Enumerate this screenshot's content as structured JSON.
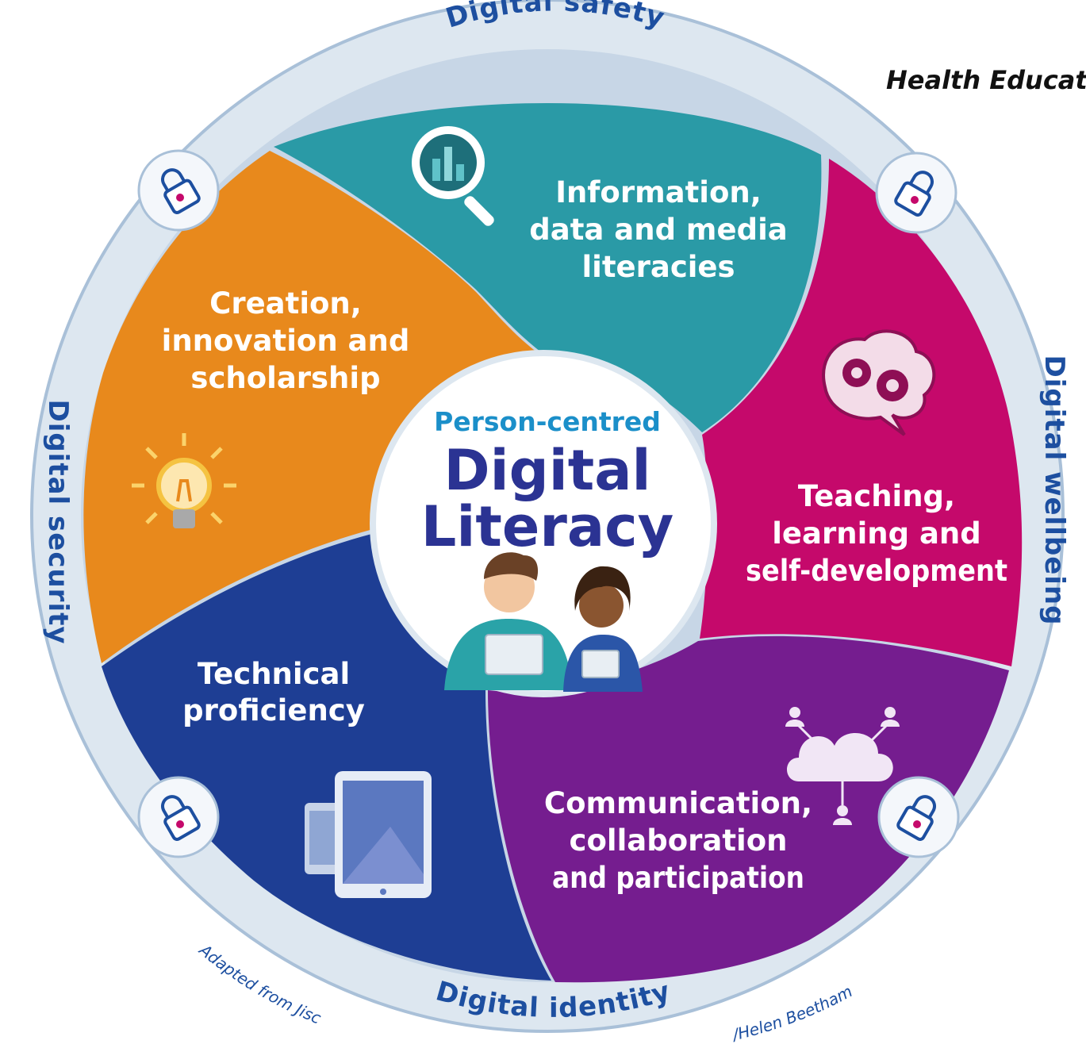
{
  "header_text": "Health Educat",
  "center": {
    "subtitle": "Person-centred",
    "title_line1": "Digital",
    "title_line2": "Literacy"
  },
  "ring_labels": {
    "top": "Digital safety",
    "left": "Digital security",
    "right": "Digital wellbeing",
    "bottom": "Digital identity"
  },
  "credit": {
    "left": "Adapted from Jisc",
    "right": "/Helen Beetham"
  },
  "segments": {
    "information": {
      "line1": "Information,",
      "line2": "data and media",
      "line3": "literacies",
      "color": "#2a9aa6",
      "icon": "magnifier-chart-icon"
    },
    "teaching": {
      "line1": "Teaching,",
      "line2": "learning and",
      "line3": "self-development",
      "color": "#c5096b",
      "icon": "brain-gears-icon"
    },
    "communication": {
      "line1": "Communication,",
      "line2": "collaboration",
      "line3": "and participation",
      "color": "#751d8f",
      "icon": "cloud-network-icon"
    },
    "technical": {
      "line1": "Technical",
      "line2": "proficiency",
      "color": "#1e3e94",
      "icon": "tablet-phone-icon"
    },
    "creation": {
      "line1": "Creation,",
      "line2": "innovation and",
      "line3": "scholarship",
      "color": "#e8891c",
      "icon": "lightbulb-icon"
    }
  },
  "colors": {
    "ring": "#dde7f0",
    "ring_border": "#a9c0d8",
    "text_blue": "#1d4fa0",
    "center_navy": "#2b3393",
    "center_cyan": "#1b8fc9"
  }
}
